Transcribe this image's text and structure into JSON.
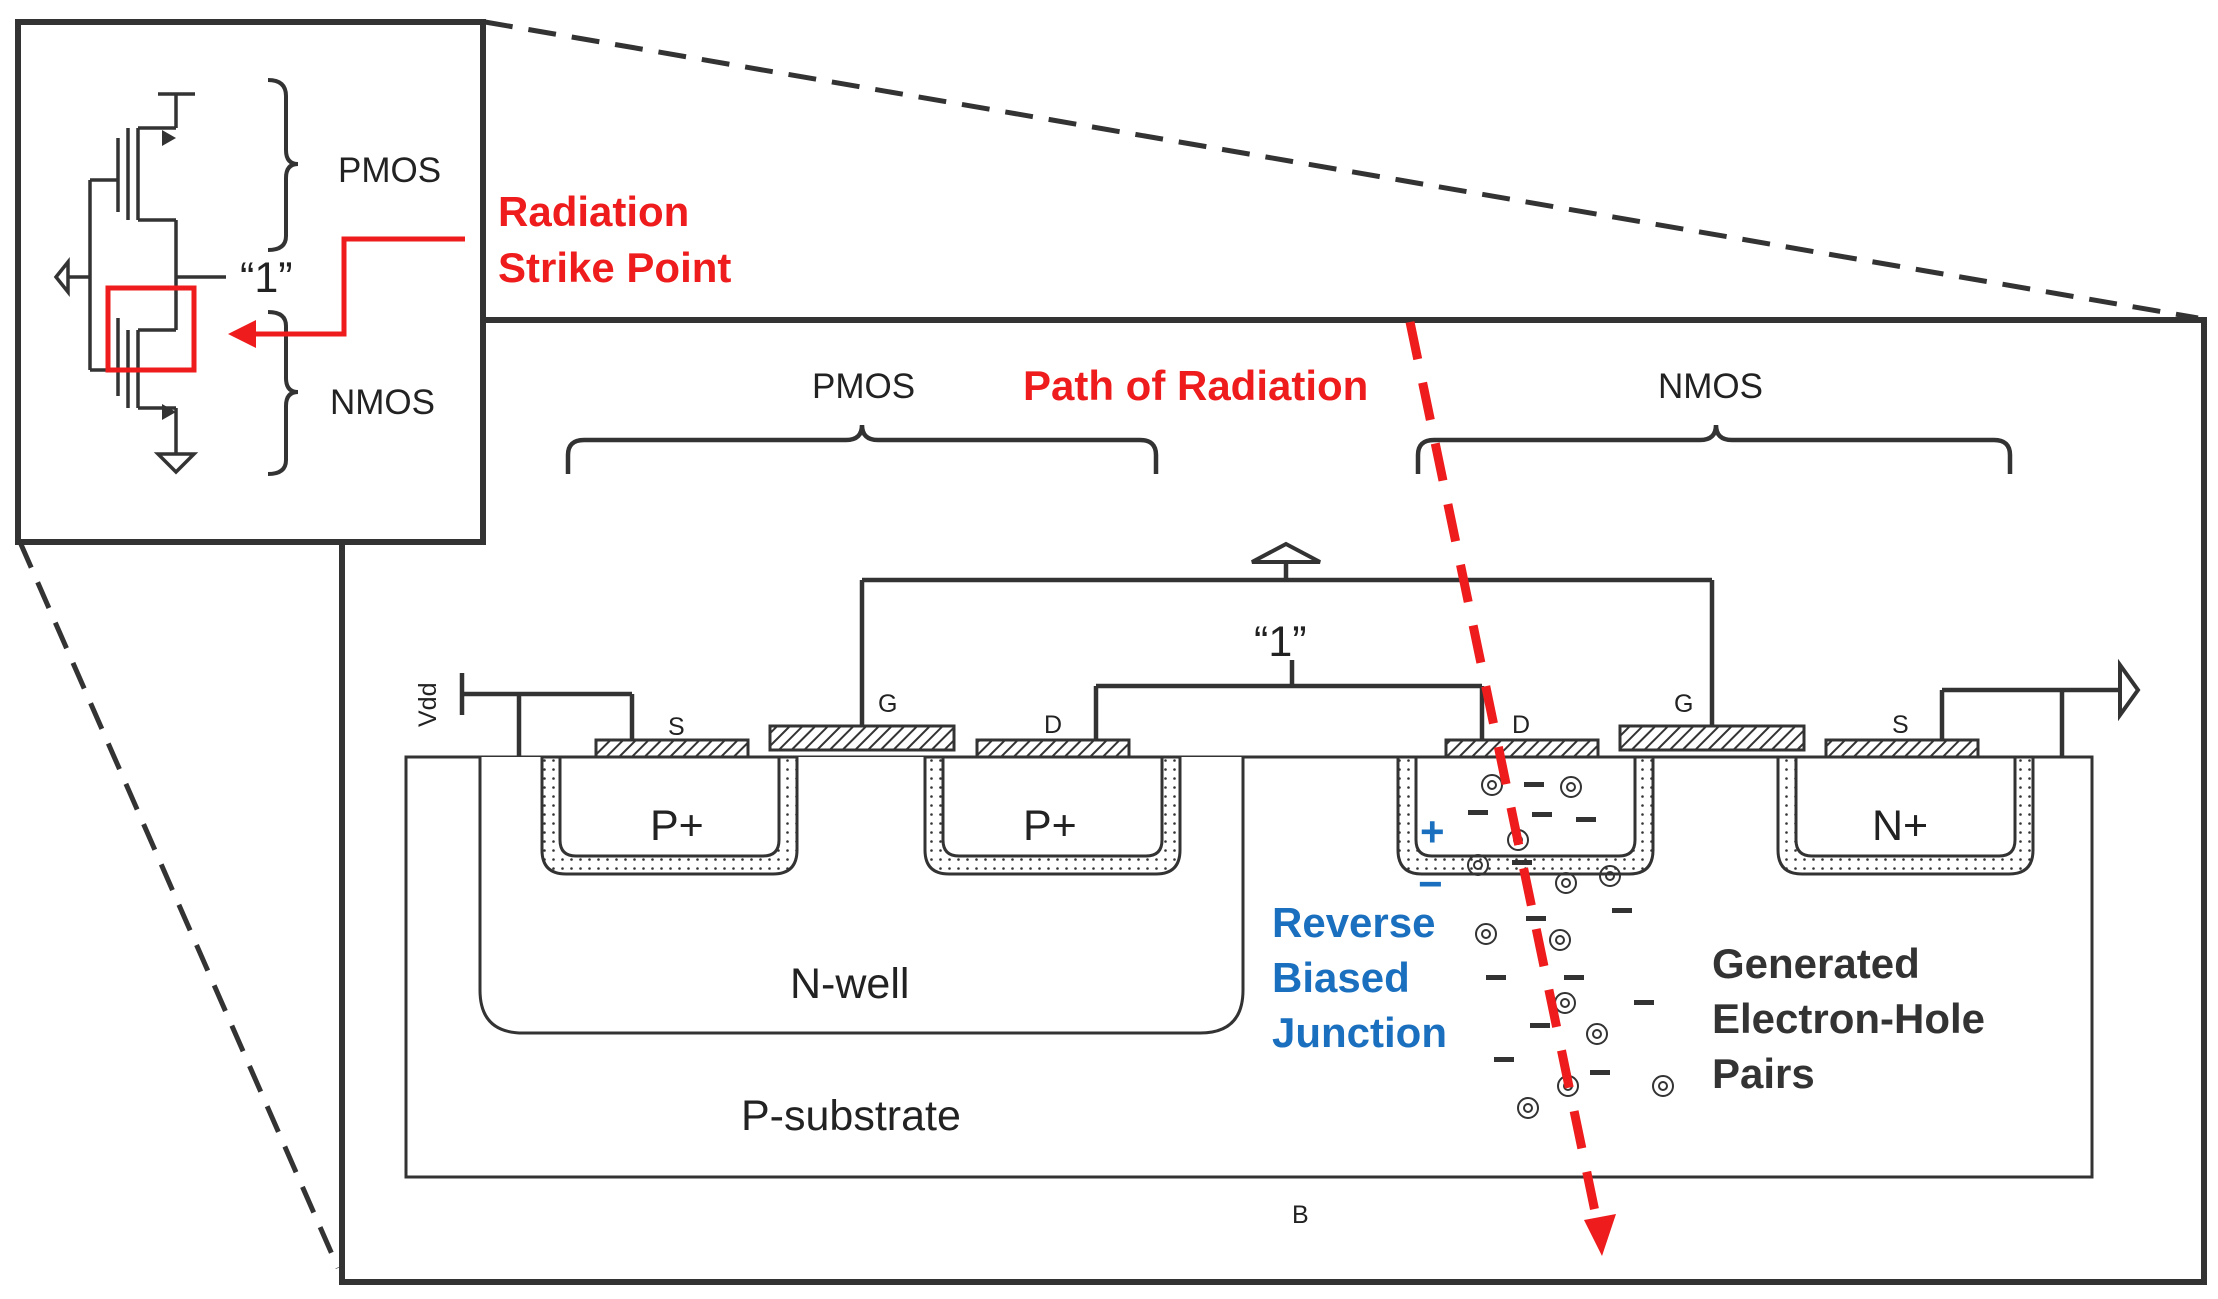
{
  "inset": {
    "pmos_label": "PMOS",
    "nmos_label": "NMOS",
    "output_label": "“1”"
  },
  "annotations": {
    "strike_line1": "Radiation",
    "strike_line2": "Strike Point",
    "path_of_radiation": "Path of Radiation",
    "reverse_line1": "Reverse",
    "reverse_line2": "Biased",
    "reverse_line3": "Junction",
    "generated_line1": "Generated",
    "generated_line2": "Electron-Hole",
    "generated_line3": "Pairs",
    "plus_sign": "+",
    "minus_sign": "−"
  },
  "cross_section": {
    "pmos_label": "PMOS",
    "nmos_label": "NMOS",
    "output_label": "“1”",
    "vdd_label": "Vdd",
    "s_left": "S",
    "g_left": "G",
    "d_left": "D",
    "d_right": "D",
    "g_right": "G",
    "s_right": "S",
    "pplus_1": "P+",
    "pplus_2": "P+",
    "nplus": "N+",
    "nwell": "N-well",
    "psubstrate": "P-substrate",
    "bulk": "B"
  },
  "colors": {
    "line": "#333333",
    "radiation": "#ee1c1c",
    "junction": "#1a6fbf"
  }
}
